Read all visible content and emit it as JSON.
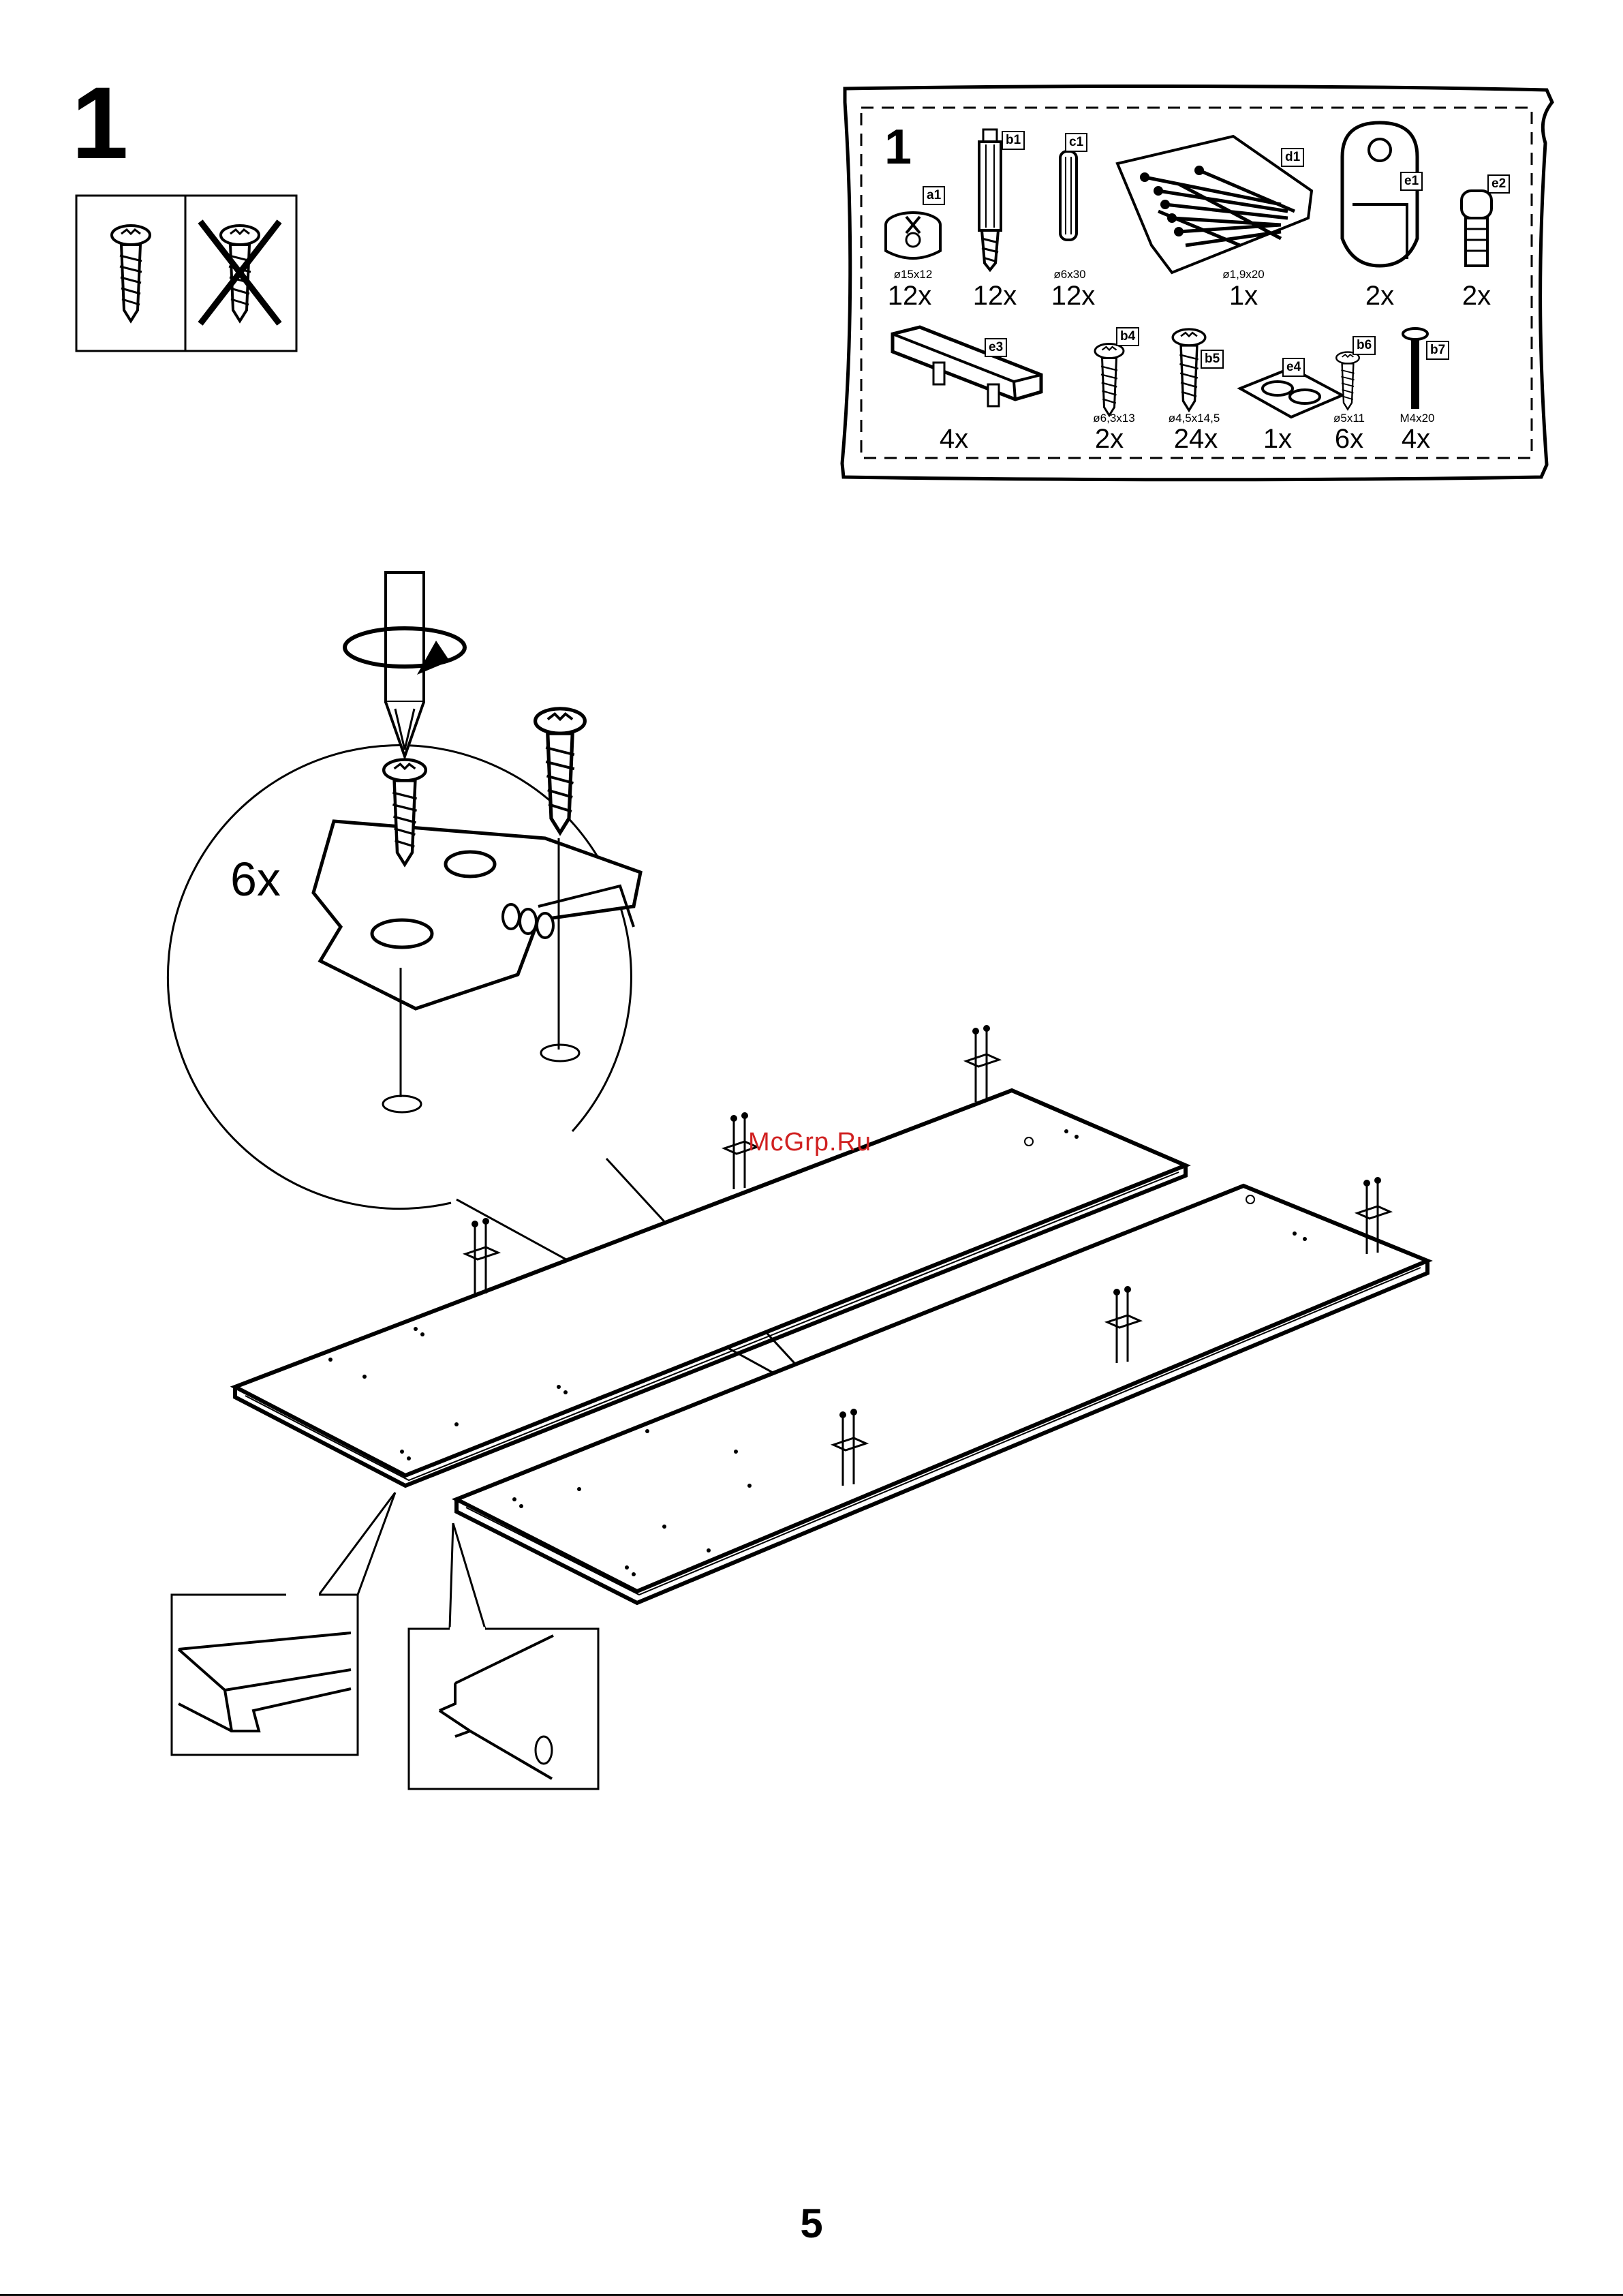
{
  "step_number": "1",
  "page_number": "5",
  "watermark": "McGrp.Ru",
  "screw_check": {
    "ok_icon": "screw-icon",
    "not_ok_icon": "crossed-screw-icon"
  },
  "parts_box": {
    "step": "1",
    "items": [
      {
        "tag": "a1",
        "dim": "ø15x12",
        "qty": "12x",
        "icon": "cam-lock-icon"
      },
      {
        "tag": "b1",
        "dim": "",
        "qty": "12x",
        "icon": "cam-bolt-icon"
      },
      {
        "tag": "c1",
        "dim": "ø6x30",
        "qty": "12x",
        "icon": "dowel-icon"
      },
      {
        "tag": "d1",
        "dim": "ø1,9x20",
        "qty": "1x",
        "icon": "nail-bag-icon"
      },
      {
        "tag": "e1",
        "dim": "",
        "qty": "2x",
        "icon": "clip-icon"
      },
      {
        "tag": "e2",
        "dim": "",
        "qty": "2x",
        "icon": "pin-icon"
      },
      {
        "tag": "e3",
        "dim": "",
        "qty": "4x",
        "icon": "handle-icon"
      },
      {
        "tag": "b4",
        "dim": "ø6,3x13",
        "qty": "2x",
        "icon": "screw-icon"
      },
      {
        "tag": "b5",
        "dim": "ø4,5x14,5",
        "qty": "24x",
        "icon": "screw-icon"
      },
      {
        "tag": "e4",
        "dim": "",
        "qty": "1x",
        "icon": "felt-pad-icon"
      },
      {
        "tag": "b6",
        "dim": "ø5x11",
        "qty": "6x",
        "icon": "screw-icon"
      },
      {
        "tag": "b7",
        "dim": "M4x20",
        "qty": "4x",
        "icon": "bolt-icon"
      }
    ]
  },
  "detail_qty": "6x"
}
